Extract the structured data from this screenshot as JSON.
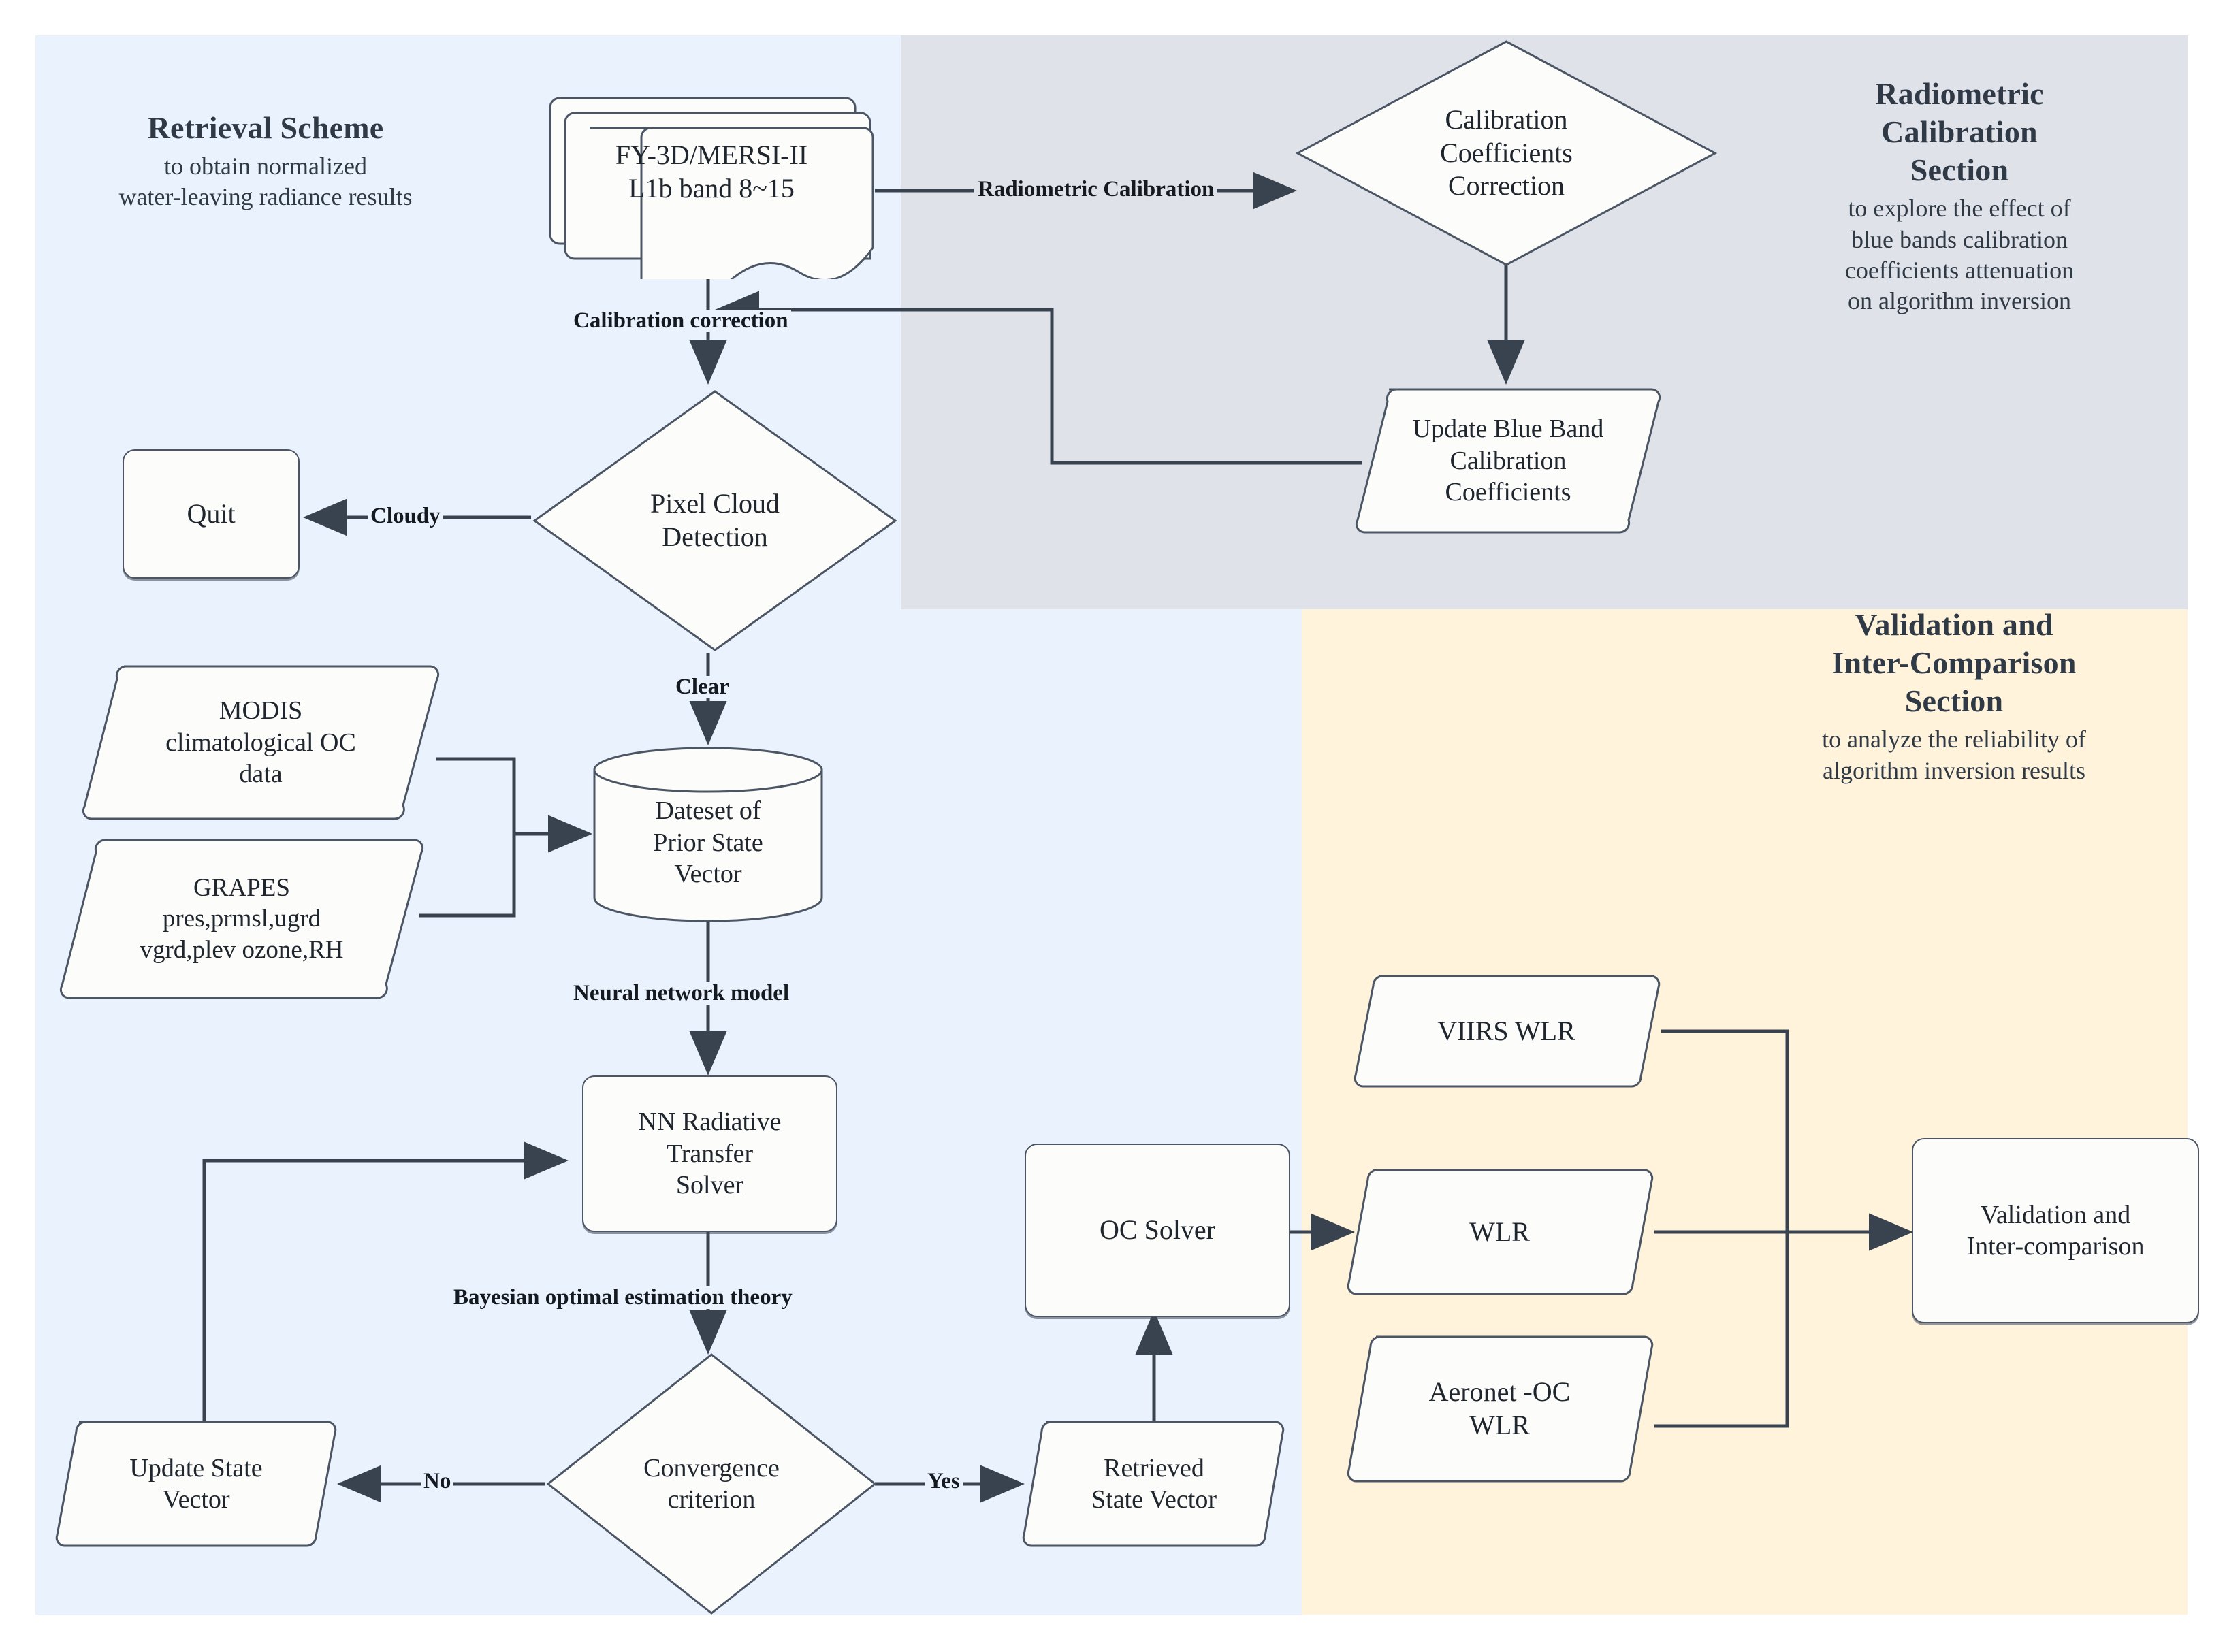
{
  "colors": {
    "retrieval_bg": "#eaf2fe",
    "radiometric_bg": "#dfe2e9",
    "validation_bg": "#fff3dc",
    "node_fill": "#fcfcfb",
    "node_stroke": "#4b5563",
    "text": "#20262e"
  },
  "sections": {
    "retrieval": {
      "title": "Retrieval Scheme",
      "subtitle": "to obtain normalized\nwater-leaving radiance results"
    },
    "radiometric": {
      "title": "Radiometric\nCalibration\nSection",
      "subtitle": "to explore the effect of\nblue bands calibration\ncoefficients attenuation\non algorithm inversion"
    },
    "validation": {
      "title": "Validation and\nInter-Comparison\nSection",
      "subtitle": "to analyze the reliability of\nalgorithm inversion results"
    }
  },
  "nodes": {
    "source_data": "FY-3D/MERSI-II\nL1b band 8~15",
    "calib_coef_correction": "Calibration\nCoefficients\nCorrection",
    "update_blue_band": "Update Blue Band\nCalibration\nCoefficients",
    "quit": "Quit",
    "pixel_cloud_detection": "Pixel Cloud\nDetection",
    "modis": "MODIS\nclimatological OC\ndata",
    "grapes": "GRAPES\npres,prmsl,ugrd\nvgrd,plev ozone,RH",
    "prior_dataset": "Dateset of\nPrior State\nVector",
    "nn_solver": "NN Radiative\nTransfer\nSolver",
    "convergence": "Convergence\ncriterion",
    "update_state_vector": "Update State\nVector",
    "retrieved_state_vector": "Retrieved\nState Vector",
    "oc_solver": "OC Solver",
    "viirs_wlr": "VIIRS WLR",
    "wlr": "WLR",
    "aeronet_oc_wlr": "Aeronet -OC\nWLR",
    "validation_box": "Validation and\nInter-comparison"
  },
  "edge_labels": {
    "radiometric_calibration": "Radiometric Calibration",
    "calibration_correction": "Calibration correction",
    "cloudy": "Cloudy",
    "clear": "Clear",
    "neural_network_model": "Neural network model",
    "bayesian": "Bayesian optimal estimation theory",
    "no": "No",
    "yes": "Yes"
  }
}
